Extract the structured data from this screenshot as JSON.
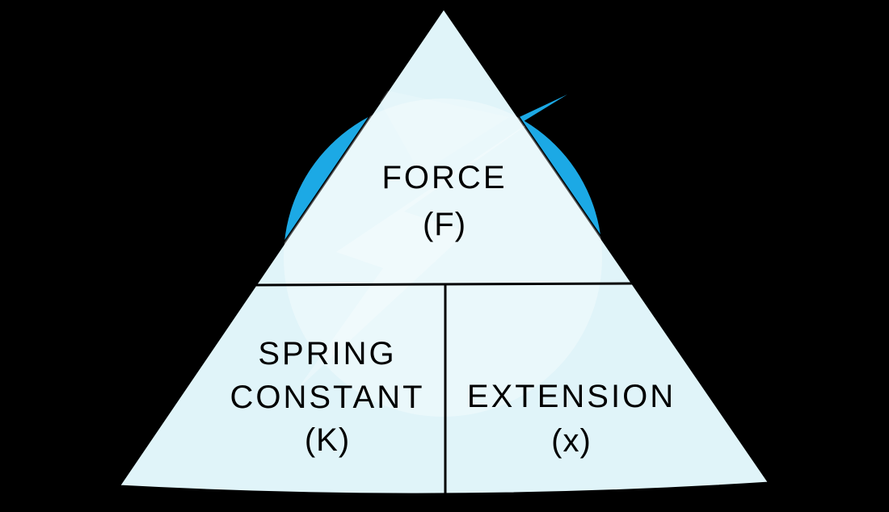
{
  "diagram": {
    "type": "formula-triangle",
    "top_section": {
      "label": "FORCE",
      "symbol": "(F)"
    },
    "bottom_left_section": {
      "label_line1": "SPRING",
      "label_line2": "CONSTANT",
      "symbol": "(K)"
    },
    "bottom_right_section": {
      "label": "EXTENSION",
      "symbol": "(x)"
    }
  },
  "colors": {
    "background": "#000000",
    "triangle_fill": "#e0f4f9",
    "accent_blue": "#1ca9e5",
    "divider_line": "#000000",
    "text": "#000000",
    "watermark_white": "#ffffff"
  }
}
